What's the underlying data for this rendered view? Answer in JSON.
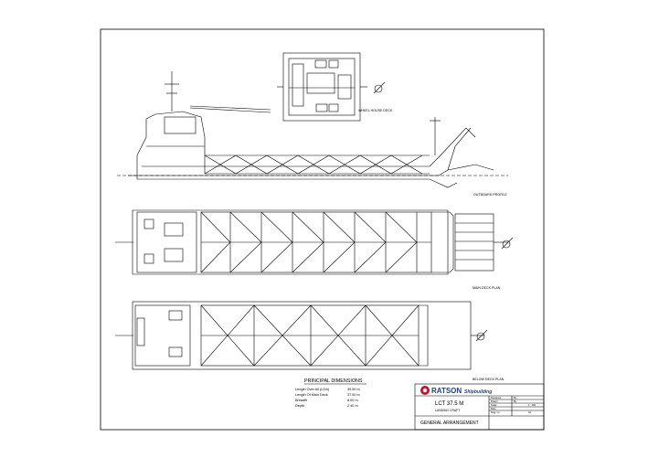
{
  "views": {
    "wheel_house": "WHEEL HOUSE DECK",
    "outboard": "OUTBOARD PROFILE",
    "main_deck": "MAIN DECK PLAN",
    "below_deck": "BELOW DECK PLAN"
  },
  "dimensions": {
    "heading": "PRINCIPAL DIMENSIONS",
    "rows": [
      {
        "label": "Length Over All (LOA)",
        "value": "39.50 m"
      },
      {
        "label": "Length Of Main Deck",
        "value": "37.50 m"
      },
      {
        "label": "Breadth",
        "value": "8.00 m"
      },
      {
        "label": "Depth",
        "value": "2.40 m"
      }
    ]
  },
  "title_block": {
    "brand": "RATSON",
    "brand_sub": "Shipbuilding",
    "vessel": "LCT 37.5 M",
    "vessel_type": "LANDING CRAFT",
    "drawing_title": "GENERAL ARRANGEMENT",
    "fields": [
      {
        "label": "Designed",
        "value": "By"
      },
      {
        "label": "Drawn",
        "value": "By"
      },
      {
        "label": "Scale",
        "value": "1 : 100"
      },
      {
        "label": "Date",
        "value": ""
      },
      {
        "label": "Dwg. no",
        "value": "01"
      }
    ]
  },
  "colors": {
    "line": "#000000",
    "brand_blue": "#1f3f8f",
    "brand_red": "#c8102e"
  }
}
